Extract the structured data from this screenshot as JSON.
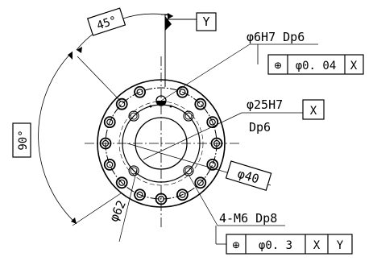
{
  "drawing": {
    "angle_top": "45°",
    "angle_left": "90°",
    "datum_y": "Y",
    "datum_x": "X",
    "hole_6": {
      "callout": "φ6H7 Dp6",
      "fcf": {
        "symbol": "⊕",
        "tolerance": "φ0. 04",
        "datum1": "X"
      }
    },
    "bore_25": {
      "callout_line1": "φ25H7",
      "callout_line2": "Dp6",
      "datum": "X"
    },
    "dia_40": "φ40",
    "dia_62": "φ62",
    "thread_holes": {
      "callout": "4-M6 Dp8",
      "fcf": {
        "symbol": "⊕",
        "tolerance": "φ0. 3",
        "datum1": "X",
        "datum2": "Y"
      }
    }
  }
}
